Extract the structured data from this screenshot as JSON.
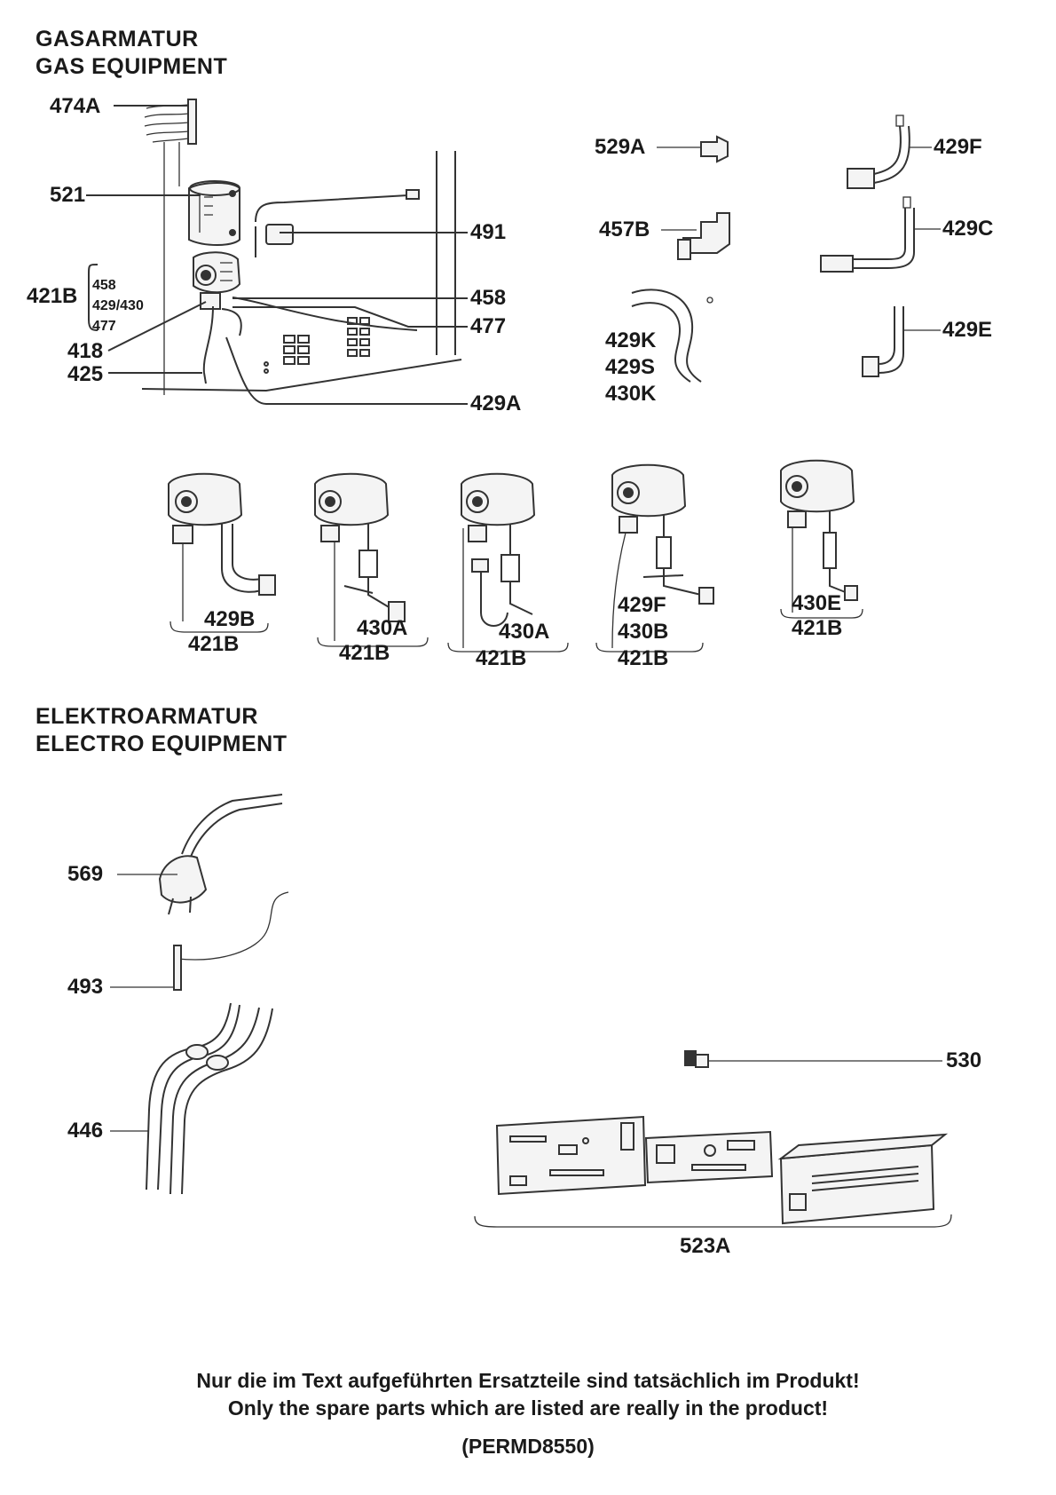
{
  "sections": {
    "gas": {
      "title_de": "GASARMATUR",
      "title_en": "GAS EQUIPMENT"
    },
    "electro": {
      "title_de": "ELEKTROARMATUR",
      "title_en": "ELECTRO EQUIPMENT"
    }
  },
  "labels": {
    "p474A": "474A",
    "p521": "521",
    "p421B": "421B",
    "p458s": "458",
    "p429_430": "429/430",
    "p477s": "477",
    "p418": "418",
    "p425": "425",
    "p491": "491",
    "p458": "458",
    "p477": "477",
    "p429A": "429A",
    "p529A": "529A",
    "p457B": "457B",
    "p429K": "429K",
    "p429S": "429S",
    "p430K": "430K",
    "p429F": "429F",
    "p429C": "429C",
    "p429E": "429E",
    "v1_a": "429B",
    "v1_b": "421B",
    "v2_a": "430A",
    "v2_b": "421B",
    "v3_a": "430A",
    "v3_b": "421B",
    "v4_a": "429F",
    "v4_b": "430B",
    "v4_c": "421B",
    "v5_a": "430E",
    "v5_b": "421B",
    "p569": "569",
    "p493": "493",
    "p446": "446",
    "p530": "530",
    "p523A": "523A"
  },
  "footer": {
    "note_de": "Nur die im Text aufgeführten Ersatzteile sind tatsächlich im Produkt!",
    "note_en": "Only the spare parts which are listed are really in the product!",
    "code": "(PERMD8550)"
  }
}
